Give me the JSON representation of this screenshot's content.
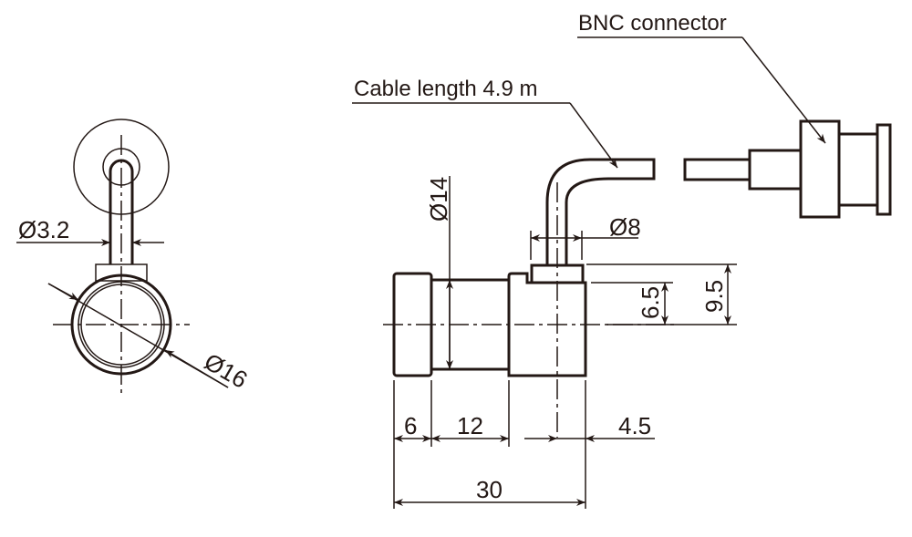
{
  "drawing": {
    "labels": {
      "bnc_connector": "BNC connector",
      "cable_length": "Cable length 4.9 m"
    },
    "dimensions": {
      "cable_diameter": "Ø3.2",
      "flange_diameter": "Ø16",
      "body_diameter": "Ø14",
      "cable_outlet_diameter": "Ø8",
      "outlet_height_from_axis": "6.5",
      "top_height_from_axis": "9.5",
      "front_width": "6",
      "neck_width": "12",
      "outlet_offset": "4.5",
      "overall_length": "30"
    },
    "colors": {
      "line": "#231815",
      "background": "#ffffff"
    }
  }
}
